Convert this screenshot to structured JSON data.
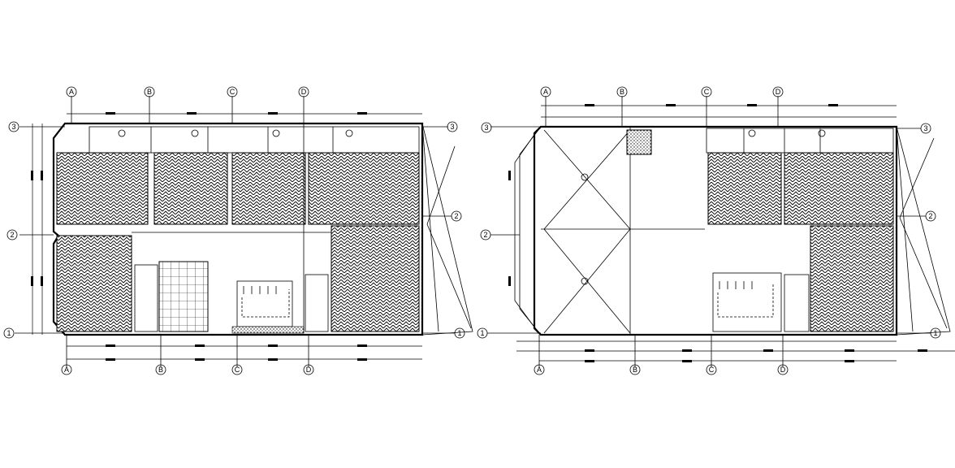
{
  "plans": [
    {
      "id": "left-plan",
      "column_axes": [
        "A",
        "B",
        "C",
        "D"
      ],
      "row_axes": [
        "3",
        "2",
        "1"
      ]
    },
    {
      "id": "right-plan",
      "column_axes": [
        "A",
        "B",
        "C",
        "D"
      ],
      "row_axes": [
        "3",
        "2",
        "1"
      ]
    }
  ],
  "colors": {
    "line": "#000000",
    "background": "#ffffff"
  }
}
